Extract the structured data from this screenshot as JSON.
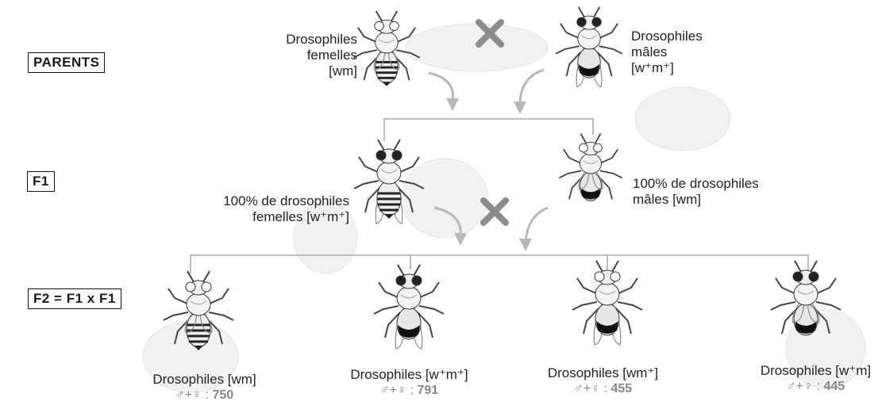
{
  "generations": {
    "parents": "PARENTS",
    "f1": "F1",
    "f2": "F2 = F1 x F1"
  },
  "parents": {
    "female_label": "Drosophiles femelles [wm]",
    "female_lines": [
      "Drosophiles",
      "femelles",
      "[wm]"
    ],
    "male_lines": [
      "Drosophiles",
      "mâles",
      "[w⁺m⁺]"
    ]
  },
  "f1": {
    "female_lines": [
      "100% de drosophiles",
      "femelles [w⁺m⁺]"
    ],
    "male_lines": [
      "100% de drosophiles",
      "mâles [wm]"
    ]
  },
  "f2": {
    "offspring": [
      {
        "phenotype": "Drosophiles [wm]",
        "sex_label": "♂+♀ :",
        "count": "750"
      },
      {
        "phenotype": "Drosophiles [w⁺m⁺]",
        "sex_label": "♂+♀ :",
        "count": "791"
      },
      {
        "phenotype": "Drosophiles [wm⁺]",
        "sex_label": "♂+♀ :",
        "count": "455"
      },
      {
        "phenotype": "Drosophiles [w⁺m]",
        "sex_label": "♂+♀ :",
        "count": "445"
      }
    ]
  },
  "colors": {
    "cross": "#8c8c8c",
    "arrow": "#b5b5b5",
    "line": "#bdbdbd",
    "ghost": "#f3f3f3",
    "count": "#888888"
  },
  "icons": {
    "cross": "x-cross-icon",
    "fly": "drosophila-fly-icon",
    "arrow": "curved-arrow-icon"
  }
}
